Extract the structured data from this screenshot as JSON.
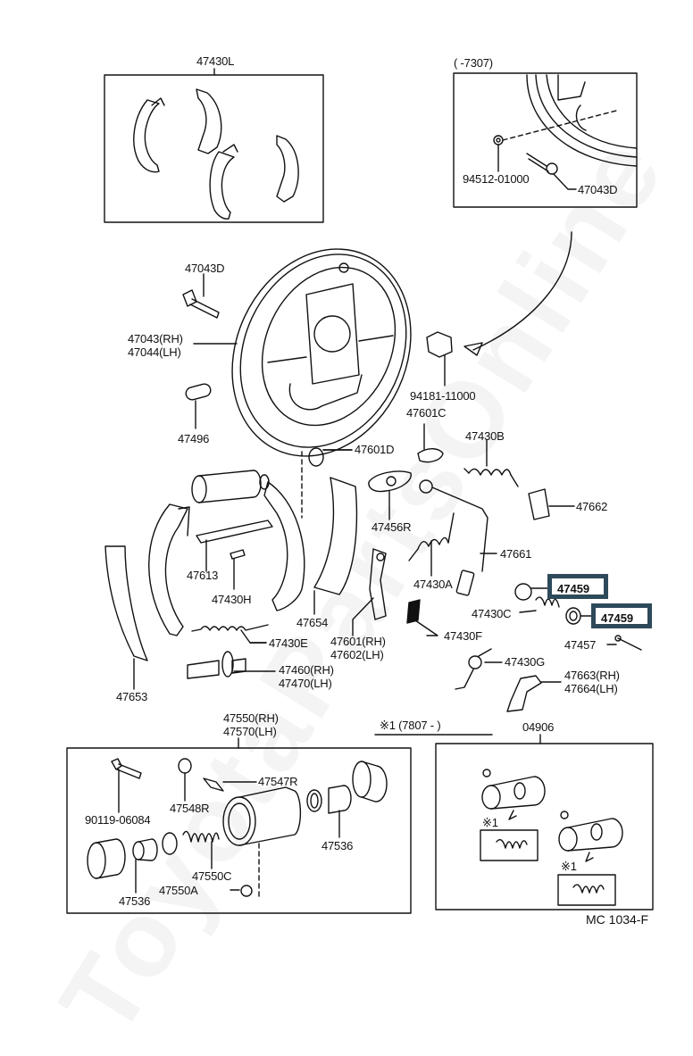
{
  "diagram": {
    "title_code": "MC 1034-F",
    "watermark": "ToyotaPartsOnline",
    "highlight_color": "#2e4a5a",
    "groups": {
      "shoe_kit": {
        "label": "47430L"
      },
      "early_inset": {
        "label": "(        -7307)"
      },
      "wheel_cylinder": {
        "label_rh": "47550(RH)",
        "label_lh": "47570(LH)"
      },
      "note": {
        "label": "※1  (7807 -        )"
      },
      "repair_kit": {
        "label": "04906",
        "note_marks": [
          "※1",
          "※1"
        ]
      }
    },
    "parts": {
      "p94512": "94512-01000",
      "p47043D_inset": "47043D",
      "p47043D": "47043D",
      "p47043_rh": "47043(RH)",
      "p47044_lh": "47044(LH)",
      "p47496": "47496",
      "p94181": "94181-11000",
      "p47601C": "47601C",
      "p47601D": "47601D",
      "p47430B": "47430B",
      "p47662": "47662",
      "p47456R": "47456R",
      "p47661": "47661",
      "p47430A": "47430A",
      "p47459_a": "47459",
      "p47459_b": "47459",
      "p47430C": "47430C",
      "p47457": "47457",
      "p47430F": "47430F",
      "p47430G": "47430G",
      "p47663_rh": "47663(RH)",
      "p47664_lh": "47664(LH)",
      "p47613": "47613",
      "p47430H": "47430H",
      "p47654": "47654",
      "p47601_rh": "47601(RH)",
      "p47602_lh": "47602(LH)",
      "p47430E": "47430E",
      "p47460_rh": "47460(RH)",
      "p47470_lh": "47470(LH)",
      "p47653": "47653",
      "p90119": "90119-06084",
      "p47548R": "47548R",
      "p47547R": "47547R",
      "p47536_a": "47536",
      "p47536_b": "47536",
      "p47550C": "47550C",
      "p47550A": "47550A"
    }
  }
}
